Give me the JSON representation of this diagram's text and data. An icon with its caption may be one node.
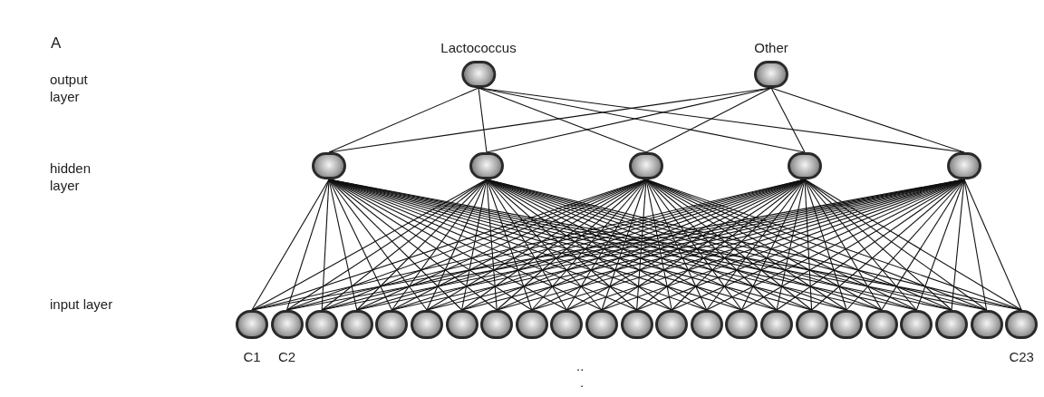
{
  "diagram": {
    "nodes": [
      {
        "text": [
          "Lactococcus"
        ]
      },
      {
        "text": [
          "Other"
        ]
      },
      {
        "text": [],
        "shape": "circle"
      },
      {
        "text": [],
        "shape": "circle"
      },
      {
        "text": [],
        "shape": "circle"
      },
      {
        "text": [],
        "shape": "circle"
      },
      {
        "text": [],
        "shape": "circle"
      },
      {
        "text": [
          "C1"
        ]
      },
      {
        "text": [
          "C2"
        ]
      },
      {
        "text": [],
        "shape": "circle"
      },
      {
        "text": [],
        "shape": "circle"
      },
      {
        "text": [],
        "shape": "circle"
      },
      {
        "text": [],
        "shape": "circle"
      },
      {
        "text": [],
        "shape": "circle"
      },
      {
        "text": [],
        "shape": "circle"
      },
      {
        "text": [],
        "shape": "circle"
      },
      {
        "text": [],
        "shape": "circle"
      },
      {
        "text": [],
        "shape": "circle"
      },
      {
        "text": [],
        "shape": "circle"
      },
      {
        "text": [],
        "shape": "circle"
      },
      {
        "text": [],
        "shape": "circle"
      },
      {
        "text": [],
        "shape": "circle"
      },
      {
        "text": [],
        "shape": "circle"
      },
      {
        "text": [],
        "shape": "circle"
      },
      {
        "text": [],
        "shape": "circle"
      },
      {
        "text": [],
        "shape": "circle"
      },
      {
        "text": [],
        "shape": "circle"
      },
      {
        "text": [],
        "shape": "circle"
      },
      {
        "text": [],
        "shape": "circle"
      },
      {
        "text": [
          "C23"
        ]
      }
    ],
    "edges": [
      {
        "from": 0,
        "to": 2,
        "arrow": "none"
      },
      {
        "from": 0,
        "to": 3,
        "arrow": "none"
      },
      {
        "from": 0,
        "to": 4,
        "arrow": "none"
      },
      {
        "from": 0,
        "to": 5,
        "arrow": "none"
      },
      {
        "from": 0,
        "to": 6,
        "arrow": "none"
      },
      {
        "from": 1,
        "to": 2,
        "arrow": "none"
      },
      {
        "from": 1,
        "to": 3,
        "arrow": "none"
      },
      {
        "from": 1,
        "to": 4,
        "arrow": "none"
      },
      {
        "from": 1,
        "to": 5,
        "arrow": "none"
      },
      {
        "from": 1,
        "to": 6,
        "arrow": "none"
      },
      {
        "from": 2,
        "to": 7,
        "arrow": "none"
      },
      {
        "from": 2,
        "to": 8,
        "arrow": "none"
      },
      {
        "from": 2,
        "to": 9,
        "arrow": "none"
      },
      {
        "from": 2,
        "to": 10,
        "arrow": "none"
      },
      {
        "from": 2,
        "to": 11,
        "arrow": "none"
      },
      {
        "from": 2,
        "to": 12,
        "arrow": "none"
      },
      {
        "from": 2,
        "to": 13,
        "arrow": "none"
      },
      {
        "from": 2,
        "to": 14,
        "arrow": "none"
      },
      {
        "from": 2,
        "to": 15,
        "arrow": "none"
      },
      {
        "from": 2,
        "to": 16,
        "arrow": "none"
      },
      {
        "from": 2,
        "to": 17,
        "arrow": "none"
      },
      {
        "from": 2,
        "to": 18,
        "arrow": "none"
      },
      {
        "from": 2,
        "to": 19,
        "arrow": "none"
      },
      {
        "from": 2,
        "to": 20,
        "arrow": "none"
      },
      {
        "from": 2,
        "to": 21,
        "arrow": "none"
      },
      {
        "from": 2,
        "to": 22,
        "arrow": "none"
      },
      {
        "from": 2,
        "to": 23,
        "arrow": "none"
      },
      {
        "from": 2,
        "to": 24,
        "arrow": "none"
      },
      {
        "from": 2,
        "to": 25,
        "arrow": "none"
      },
      {
        "from": 2,
        "to": 26,
        "arrow": "none"
      },
      {
        "from": 2,
        "to": 27,
        "arrow": "none"
      },
      {
        "from": 2,
        "to": 28,
        "arrow": "none"
      },
      {
        "from": 2,
        "to": 29,
        "arrow": "none"
      },
      {
        "from": 3,
        "to": 7,
        "arrow": "none"
      },
      {
        "from": 3,
        "to": 8,
        "arrow": "none"
      },
      {
        "from": 3,
        "to": 9,
        "arrow": "none"
      },
      {
        "from": 3,
        "to": 10,
        "arrow": "none"
      },
      {
        "from": 3,
        "to": 11,
        "arrow": "none"
      },
      {
        "from": 3,
        "to": 12,
        "arrow": "none"
      },
      {
        "from": 3,
        "to": 13,
        "arrow": "none"
      },
      {
        "from": 3,
        "to": 14,
        "arrow": "none"
      },
      {
        "from": 3,
        "to": 15,
        "arrow": "none"
      },
      {
        "from": 3,
        "to": 16,
        "arrow": "none"
      },
      {
        "from": 3,
        "to": 17,
        "arrow": "none"
      },
      {
        "from": 3,
        "to": 18,
        "arrow": "none"
      },
      {
        "from": 3,
        "to": 19,
        "arrow": "none"
      },
      {
        "from": 3,
        "to": 20,
        "arrow": "none"
      },
      {
        "from": 3,
        "to": 21,
        "arrow": "none"
      },
      {
        "from": 3,
        "to": 22,
        "arrow": "none"
      },
      {
        "from": 3,
        "to": 23,
        "arrow": "none"
      },
      {
        "from": 3,
        "to": 24,
        "arrow": "none"
      },
      {
        "from": 3,
        "to": 25,
        "arrow": "none"
      },
      {
        "from": 3,
        "to": 26,
        "arrow": "none"
      },
      {
        "from": 3,
        "to": 27,
        "arrow": "none"
      },
      {
        "from": 3,
        "to": 28,
        "arrow": "none"
      },
      {
        "from": 3,
        "to": 29,
        "arrow": "none"
      },
      {
        "from": 4,
        "to": 7,
        "arrow": "none"
      },
      {
        "from": 4,
        "to": 8,
        "arrow": "none"
      },
      {
        "from": 4,
        "to": 9,
        "arrow": "none"
      },
      {
        "from": 4,
        "to": 10,
        "arrow": "none"
      },
      {
        "from": 4,
        "to": 11,
        "arrow": "none"
      },
      {
        "from": 4,
        "to": 12,
        "arrow": "none"
      },
      {
        "from": 4,
        "to": 13,
        "arrow": "none"
      },
      {
        "from": 4,
        "to": 14,
        "arrow": "none"
      },
      {
        "from": 4,
        "to": 15,
        "arrow": "none"
      },
      {
        "from": 4,
        "to": 16,
        "arrow": "none"
      },
      {
        "from": 4,
        "to": 17,
        "arrow": "none"
      },
      {
        "from": 4,
        "to": 18,
        "arrow": "none"
      },
      {
        "from": 4,
        "to": 19,
        "arrow": "none"
      },
      {
        "from": 4,
        "to": 20,
        "arrow": "none"
      },
      {
        "from": 4,
        "to": 21,
        "arrow": "none"
      },
      {
        "from": 4,
        "to": 22,
        "arrow": "none"
      },
      {
        "from": 4,
        "to": 23,
        "arrow": "none"
      },
      {
        "from": 4,
        "to": 24,
        "arrow": "none"
      },
      {
        "from": 4,
        "to": 25,
        "arrow": "none"
      },
      {
        "from": 4,
        "to": 26,
        "arrow": "none"
      },
      {
        "from": 4,
        "to": 27,
        "arrow": "none"
      },
      {
        "from": 4,
        "to": 28,
        "arrow": "none"
      },
      {
        "from": 4,
        "to": 29,
        "arrow": "none"
      },
      {
        "from": 5,
        "to": 7,
        "arrow": "none"
      },
      {
        "from": 5,
        "to": 8,
        "arrow": "none"
      },
      {
        "from": 5,
        "to": 9,
        "arrow": "none"
      },
      {
        "from": 5,
        "to": 10,
        "arrow": "none"
      },
      {
        "from": 5,
        "to": 11,
        "arrow": "none"
      },
      {
        "from": 5,
        "to": 12,
        "arrow": "none"
      },
      {
        "from": 5,
        "to": 13,
        "arrow": "none"
      },
      {
        "from": 5,
        "to": 14,
        "arrow": "none"
      },
      {
        "from": 5,
        "to": 15,
        "arrow": "none"
      },
      {
        "from": 5,
        "to": 16,
        "arrow": "none"
      },
      {
        "from": 5,
        "to": 17,
        "arrow": "none"
      },
      {
        "from": 5,
        "to": 18,
        "arrow": "none"
      },
      {
        "from": 5,
        "to": 19,
        "arrow": "none"
      },
      {
        "from": 5,
        "to": 20,
        "arrow": "none"
      },
      {
        "from": 5,
        "to": 21,
        "arrow": "none"
      },
      {
        "from": 5,
        "to": 22,
        "arrow": "none"
      },
      {
        "from": 5,
        "to": 23,
        "arrow": "none"
      },
      {
        "from": 5,
        "to": 24,
        "arrow": "none"
      },
      {
        "from": 5,
        "to": 25,
        "arrow": "none"
      },
      {
        "from": 5,
        "to": 26,
        "arrow": "none"
      },
      {
        "from": 5,
        "to": 27,
        "arrow": "none"
      },
      {
        "from": 5,
        "to": 28,
        "arrow": "none"
      },
      {
        "from": 5,
        "to": 29,
        "arrow": "none"
      },
      {
        "from": 6,
        "to": 7,
        "arrow": "none"
      },
      {
        "from": 6,
        "to": 8,
        "arrow": "none"
      },
      {
        "from": 6,
        "to": 9,
        "arrow": "none"
      },
      {
        "from": 6,
        "to": 10,
        "arrow": "none"
      },
      {
        "from": 6,
        "to": 11,
        "arrow": "none"
      },
      {
        "from": 6,
        "to": 12,
        "arrow": "none"
      },
      {
        "from": 6,
        "to": 13,
        "arrow": "none"
      },
      {
        "from": 6,
        "to": 14,
        "arrow": "none"
      },
      {
        "from": 6,
        "to": 15,
        "arrow": "none"
      },
      {
        "from": 6,
        "to": 16,
        "arrow": "none"
      },
      {
        "from": 6,
        "to": 17,
        "arrow": "none"
      },
      {
        "from": 6,
        "to": 18,
        "arrow": "none"
      },
      {
        "from": 6,
        "to": 19,
        "arrow": "none"
      },
      {
        "from": 6,
        "to": 20,
        "arrow": "none"
      },
      {
        "from": 6,
        "to": 21,
        "arrow": "none"
      },
      {
        "from": 6,
        "to": 22,
        "arrow": "none"
      },
      {
        "from": 6,
        "to": 23,
        "arrow": "none"
      },
      {
        "from": 6,
        "to": 24,
        "arrow": "none"
      },
      {
        "from": 6,
        "to": 25,
        "arrow": "none"
      },
      {
        "from": 6,
        "to": 26,
        "arrow": "none"
      },
      {
        "from": 6,
        "to": 27,
        "arrow": "none"
      },
      {
        "from": 6,
        "to": 28,
        "arrow": "none"
      },
      {
        "from": 6,
        "to": 29,
        "arrow": "none"
      }
    ],
    "labels": [
      "A",
      "output layer",
      "hidden layer",
      "input layer",
      "..",
      "."
    ]
  }
}
